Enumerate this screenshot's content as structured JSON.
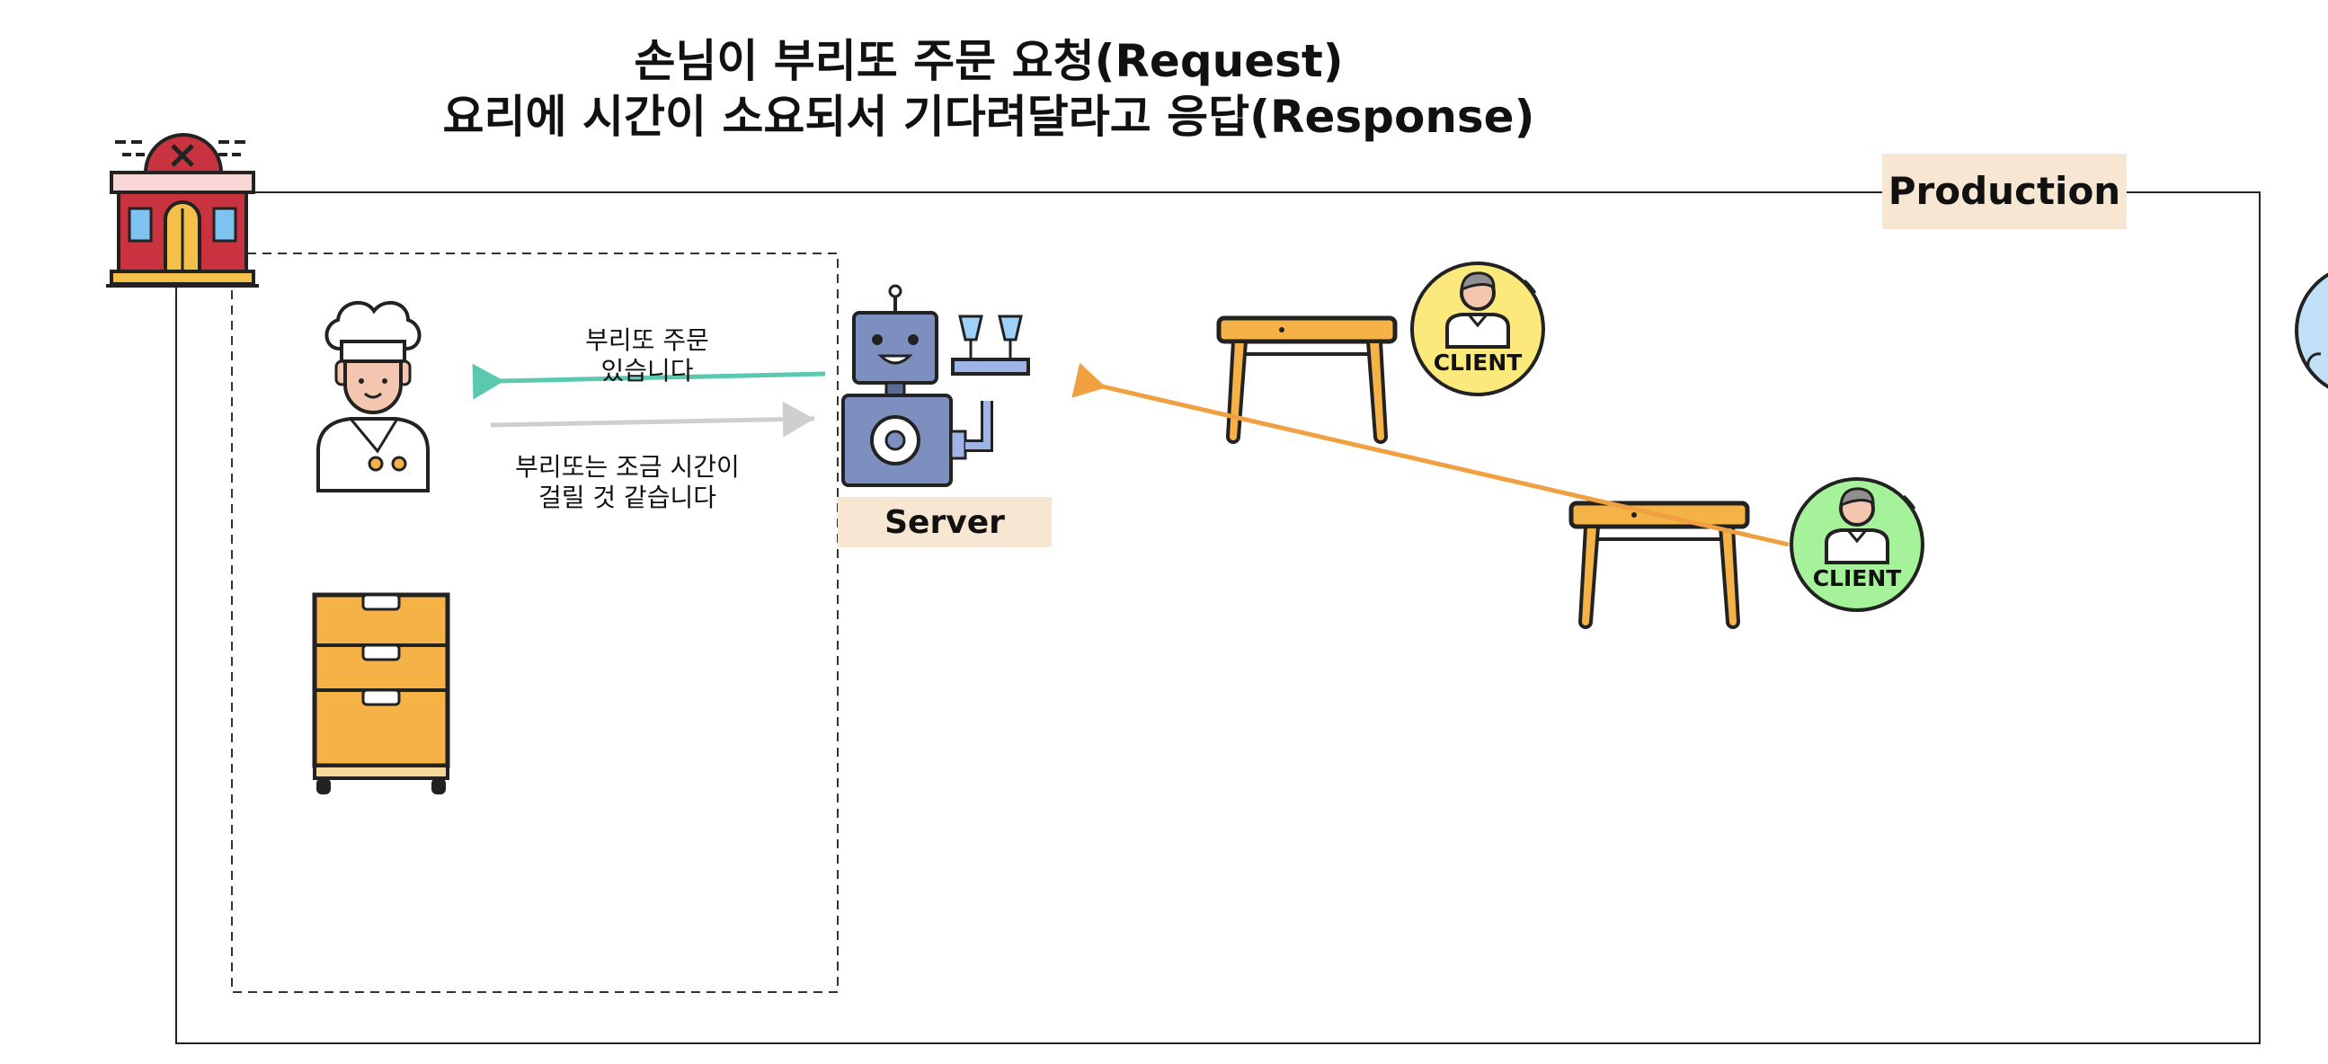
{
  "title": {
    "line1": "손님이 부리또 주문 요청(Request)",
    "line2": "요리에 시간이 소요되서 기다려달라고 응답(Response)"
  },
  "labels": {
    "production": "Production",
    "server": "Server",
    "client_1": "CLIENT",
    "client_2": "CLIENT"
  },
  "messages": {
    "to_chef": "부리또 주문\n있습니다",
    "from_chef": "부리또는 조금 시간이\n걸릴 것 같습니다"
  },
  "colors": {
    "request_arrow": "#f0a040",
    "to_chef_arrow": "#5cc8b0",
    "from_chef_arrow": "#cfcfcf",
    "tag_bg": "#f7e6d2",
    "client_1_bg": "#fbe97c",
    "client_2_bg": "#a5f29a",
    "client_3_bg": "#bfe0f7",
    "table": "#f5b247",
    "restaurant": "#c8333f"
  },
  "icons": [
    "restaurant-icon",
    "chef-icon",
    "cabinet-icon",
    "robot-waiter-icon",
    "table-icon",
    "client-avatar-icon"
  ]
}
